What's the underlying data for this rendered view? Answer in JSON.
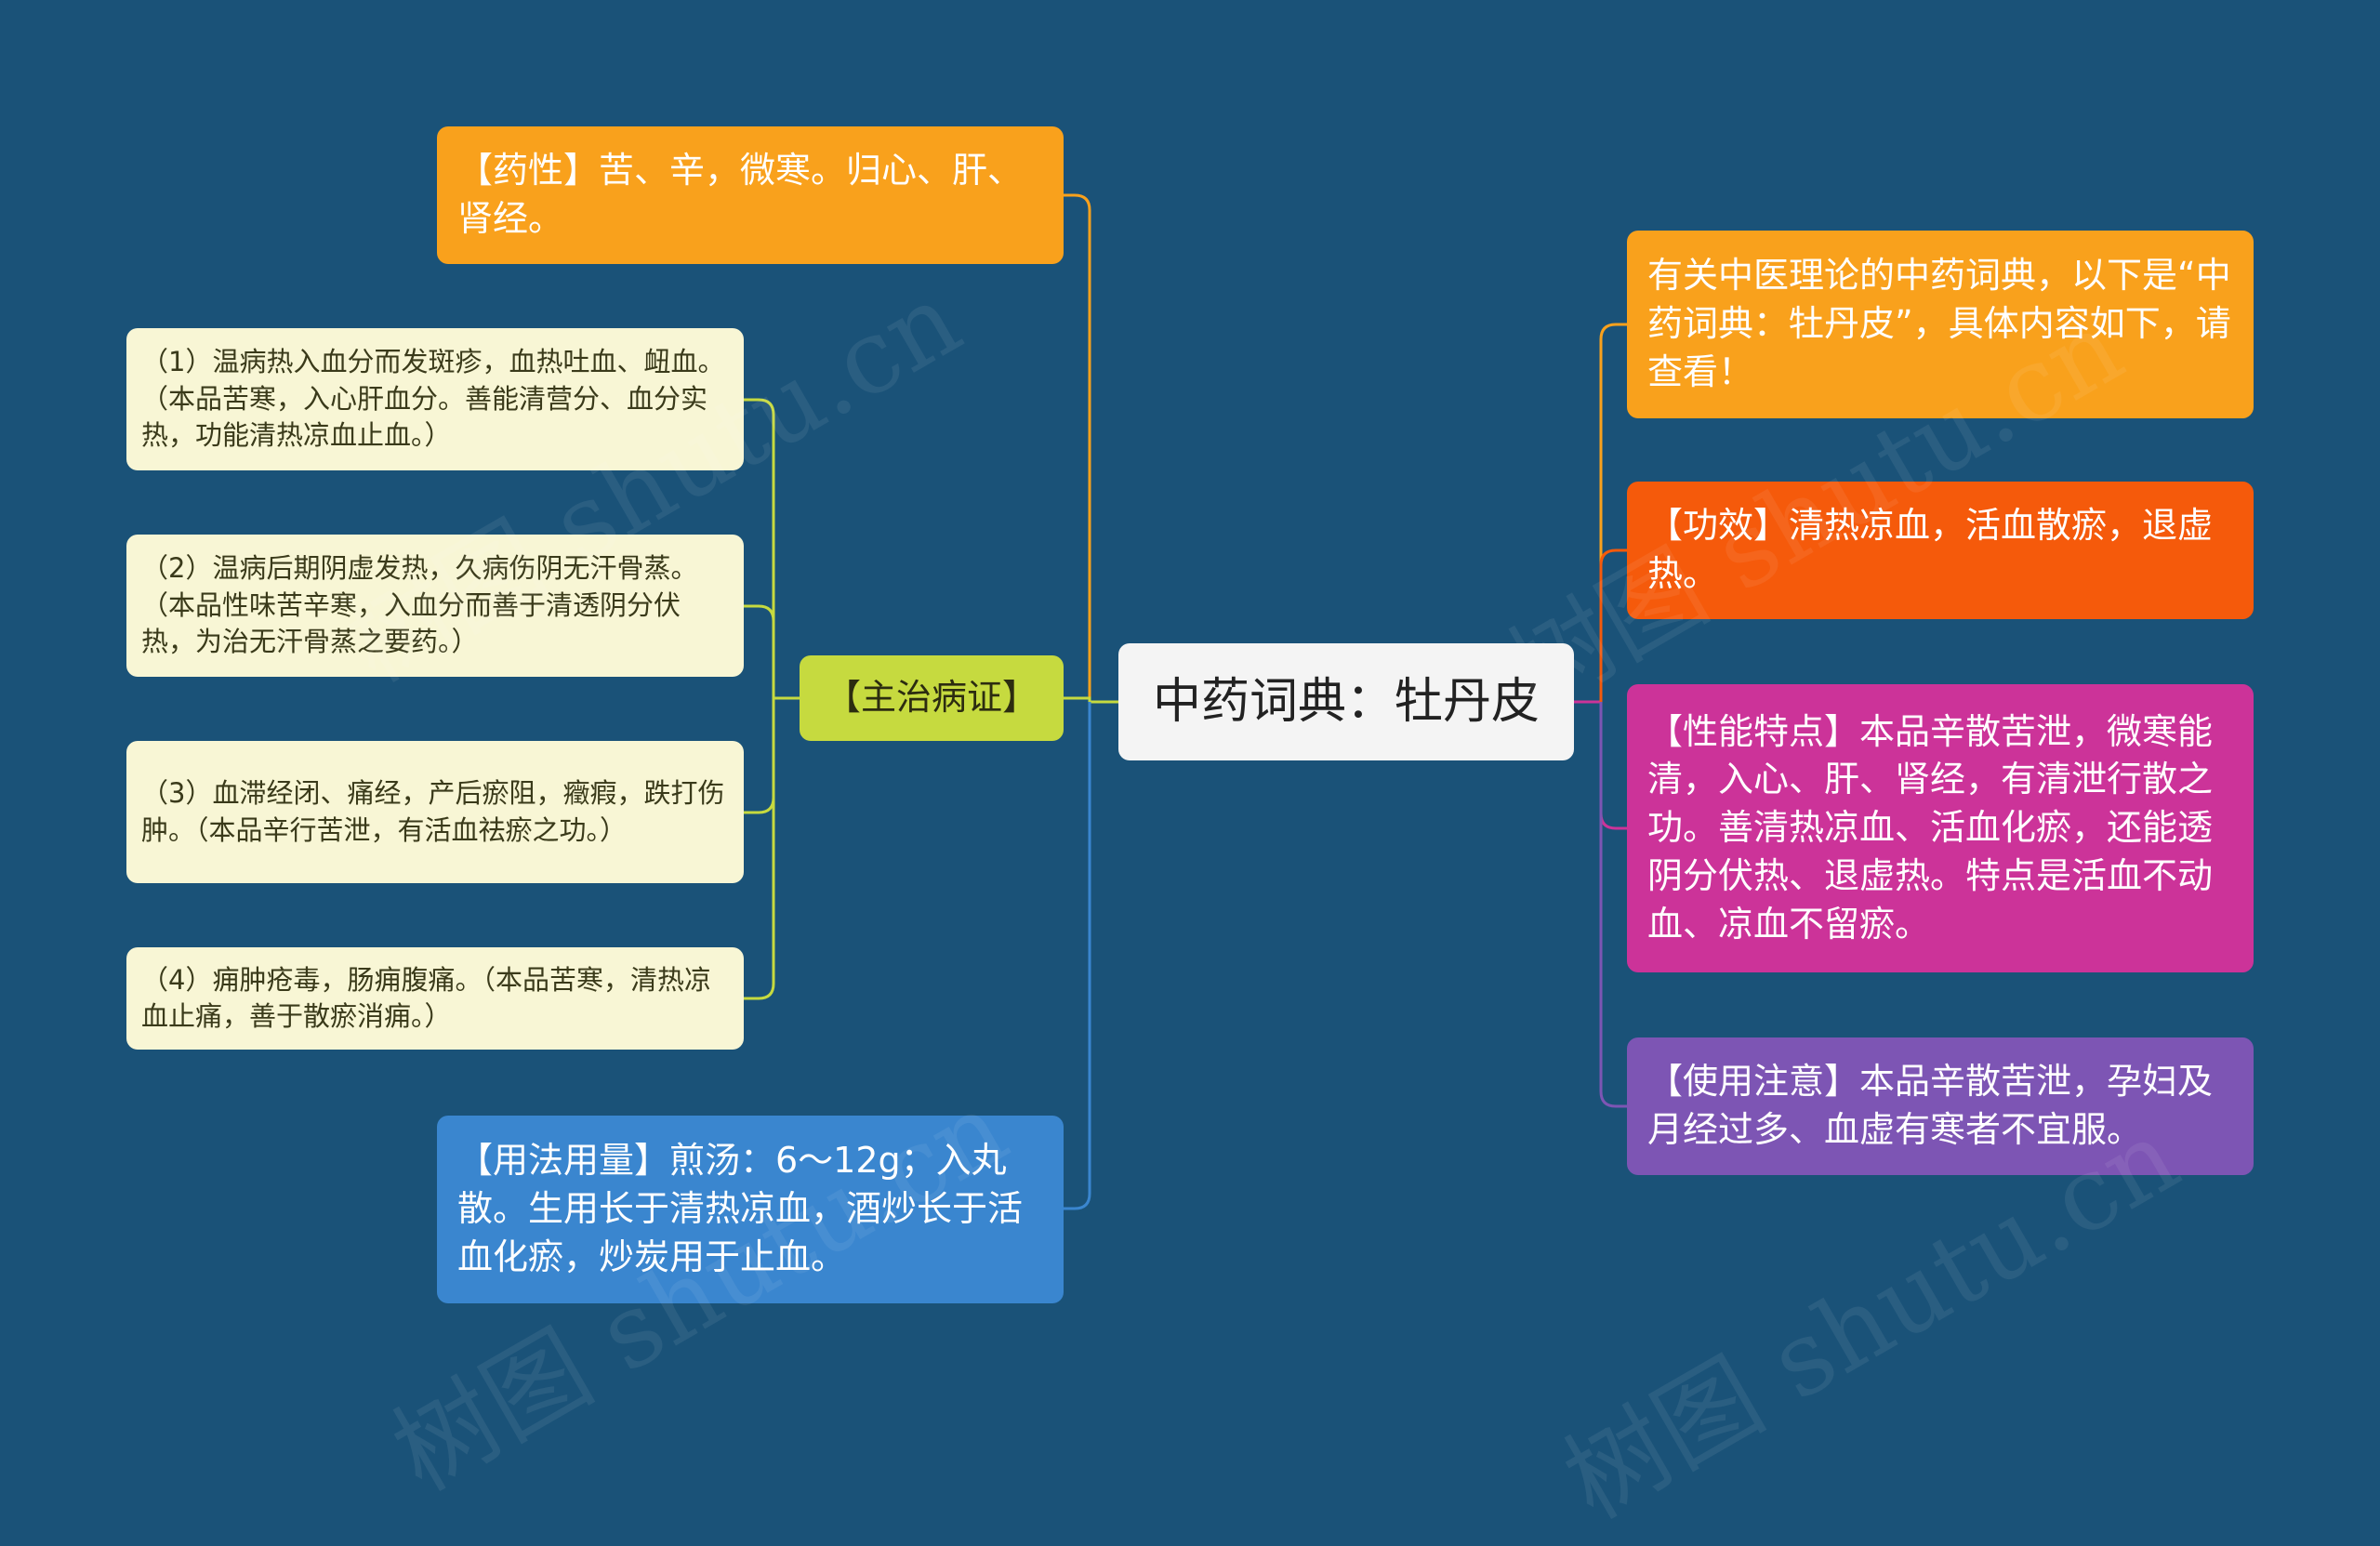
{
  "root": {
    "label": "中药词典：牡丹皮"
  },
  "left": {
    "yaoxing": "【药性】苦、辛，微寒。归心、肝、肾经。",
    "zhuzhi": {
      "label": "【主治病证】",
      "items": [
        "（1）温病热入血分而发斑疹，血热吐血、衄血。（本品苦寒，入心肝血分。善能清营分、血分实热，功能清热凉血止血。）",
        "（2）温病后期阴虚发热，久病伤阴无汗骨蒸。（本品性味苦辛寒，入血分而善于清透阴分伏热，为治无汗骨蒸之要药。）",
        "（3）血滞经闭、痛经，产后瘀阻，癥瘕，跌打伤肿。（本品辛行苦泄，有活血祛瘀之功。）",
        "（4）痈肿疮毒，肠痈腹痛。（本品苦寒，清热凉血止痛，善于散瘀消痈。）"
      ]
    },
    "yongfa": "【用法用量】煎汤：6～12g；入丸散。生用长于清热凉血，酒炒长于活血化瘀，炒炭用于止血。"
  },
  "right": {
    "intro": "有关中医理论的中药词典，以下是“中药词典：牡丹皮”，具体内容如下，请查看！",
    "gongxiao": "【功效】清热凉血，活血散瘀，退虚热。",
    "xingneng": "【性能特点】本品辛散苦泄，微寒能清，入心、肝、肾经，有清泄行散之功。善清热凉血、活血化瘀，还能透阴分伏热、退虚热。特点是活血不动血、凉血不留瘀。",
    "zhuyi": "【使用注意】本品辛散苦泄，孕妇及月经过多、血虚有寒者不宜服。"
  },
  "watermark": "树图 shutu.cn",
  "colors": {
    "background": "#1a5278",
    "orange": "#f9a11c",
    "red_orange": "#f55a0b",
    "magenta": "#cc3399",
    "purple": "#7d55b4",
    "blue": "#3a86cf",
    "lime": "#c6da3f",
    "leaf_bg": "#f8f6d5"
  }
}
